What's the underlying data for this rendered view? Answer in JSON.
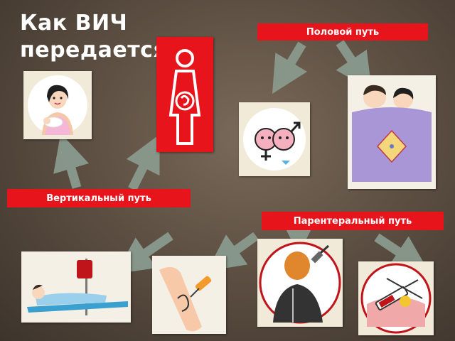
{
  "title": {
    "line1": "Как ВИЧ",
    "line2": "передается"
  },
  "labels": {
    "sexual": "Половой путь",
    "vertical": "Вертикальный путь",
    "parenteral": "Парентеральный  путь"
  },
  "colors": {
    "label_red": "#e8141b",
    "card_bg": "#f2ead8",
    "arrow": "#8a9a8e"
  },
  "icons": {
    "mother": "mother-with-baby-icon",
    "pregnant": "pregnant-woman-icon",
    "gender": "male-female-symbols-icon",
    "couple": "couple-in-bed-icon",
    "transfusion": "blood-transfusion-icon",
    "tattoo": "tattoo-arm-icon",
    "drug": "drug-user-syringe-icon",
    "needles": "syringes-icon"
  }
}
